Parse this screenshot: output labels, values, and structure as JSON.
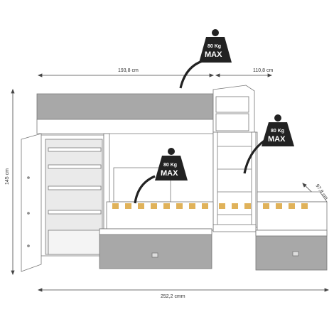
{
  "dimensions": {
    "width_top": "193,8 cm",
    "depth_top": "110,8 cm",
    "height": "145 cm",
    "depth_side": "97,8 cm",
    "total_width": "252,2 cmm"
  },
  "weight_badges": [
    {
      "line1": "80 Kg",
      "line2": "MAX"
    },
    {
      "line1": "80 Kg",
      "line2": "MAX"
    },
    {
      "line1": "80 Kg",
      "line2": "MAX"
    }
  ],
  "colors": {
    "panel_grey": "#a8a8a8",
    "frame_white": "#ffffff",
    "outline": "#777777",
    "slat_wood": "#e0b25a",
    "badge_dark": "#222222"
  }
}
